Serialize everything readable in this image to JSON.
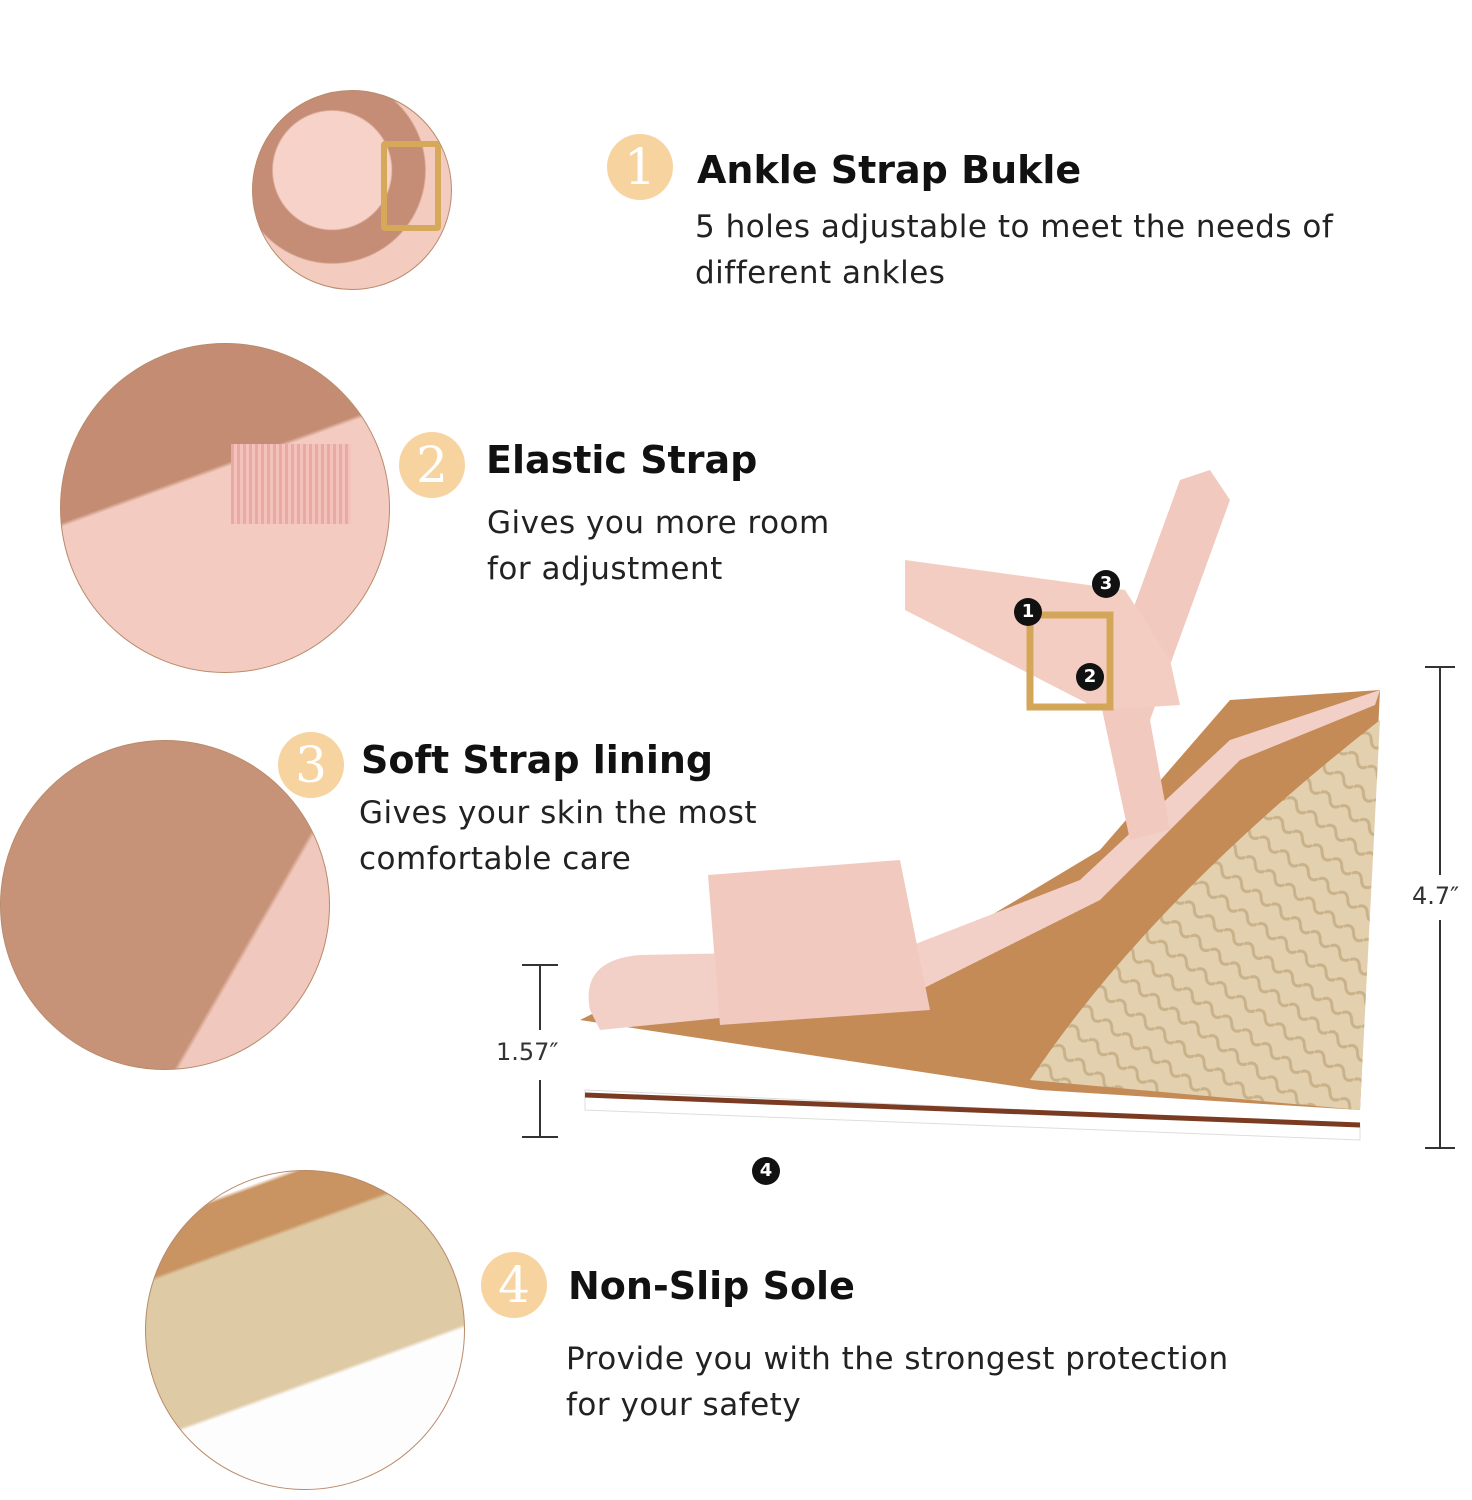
{
  "features": [
    {
      "number": "1",
      "title": "Ankle Strap Bukle",
      "desc_lines": [
        "5 holes adjustable to meet the needs of",
        "different ankles"
      ]
    },
    {
      "number": "2",
      "title": "Elastic Strap",
      "desc_lines": [
        "Gives you more room",
        "for adjustment"
      ]
    },
    {
      "number": "3",
      "title": "Soft Strap lining",
      "desc_lines": [
        "Gives your skin the most",
        "comfortable care"
      ]
    },
    {
      "number": "4",
      "title": "Non-Slip Sole",
      "desc_lines": [
        "Provide you with the strongest protection",
        "for your safety"
      ]
    }
  ],
  "dimensions": {
    "heel_height": "4.7″",
    "platform_height": "1.57″"
  },
  "colors": {
    "badge": "#f7d3a0",
    "leather": "#f2c9bf",
    "cork": "#c08a55",
    "jute": "#e2cfae"
  }
}
